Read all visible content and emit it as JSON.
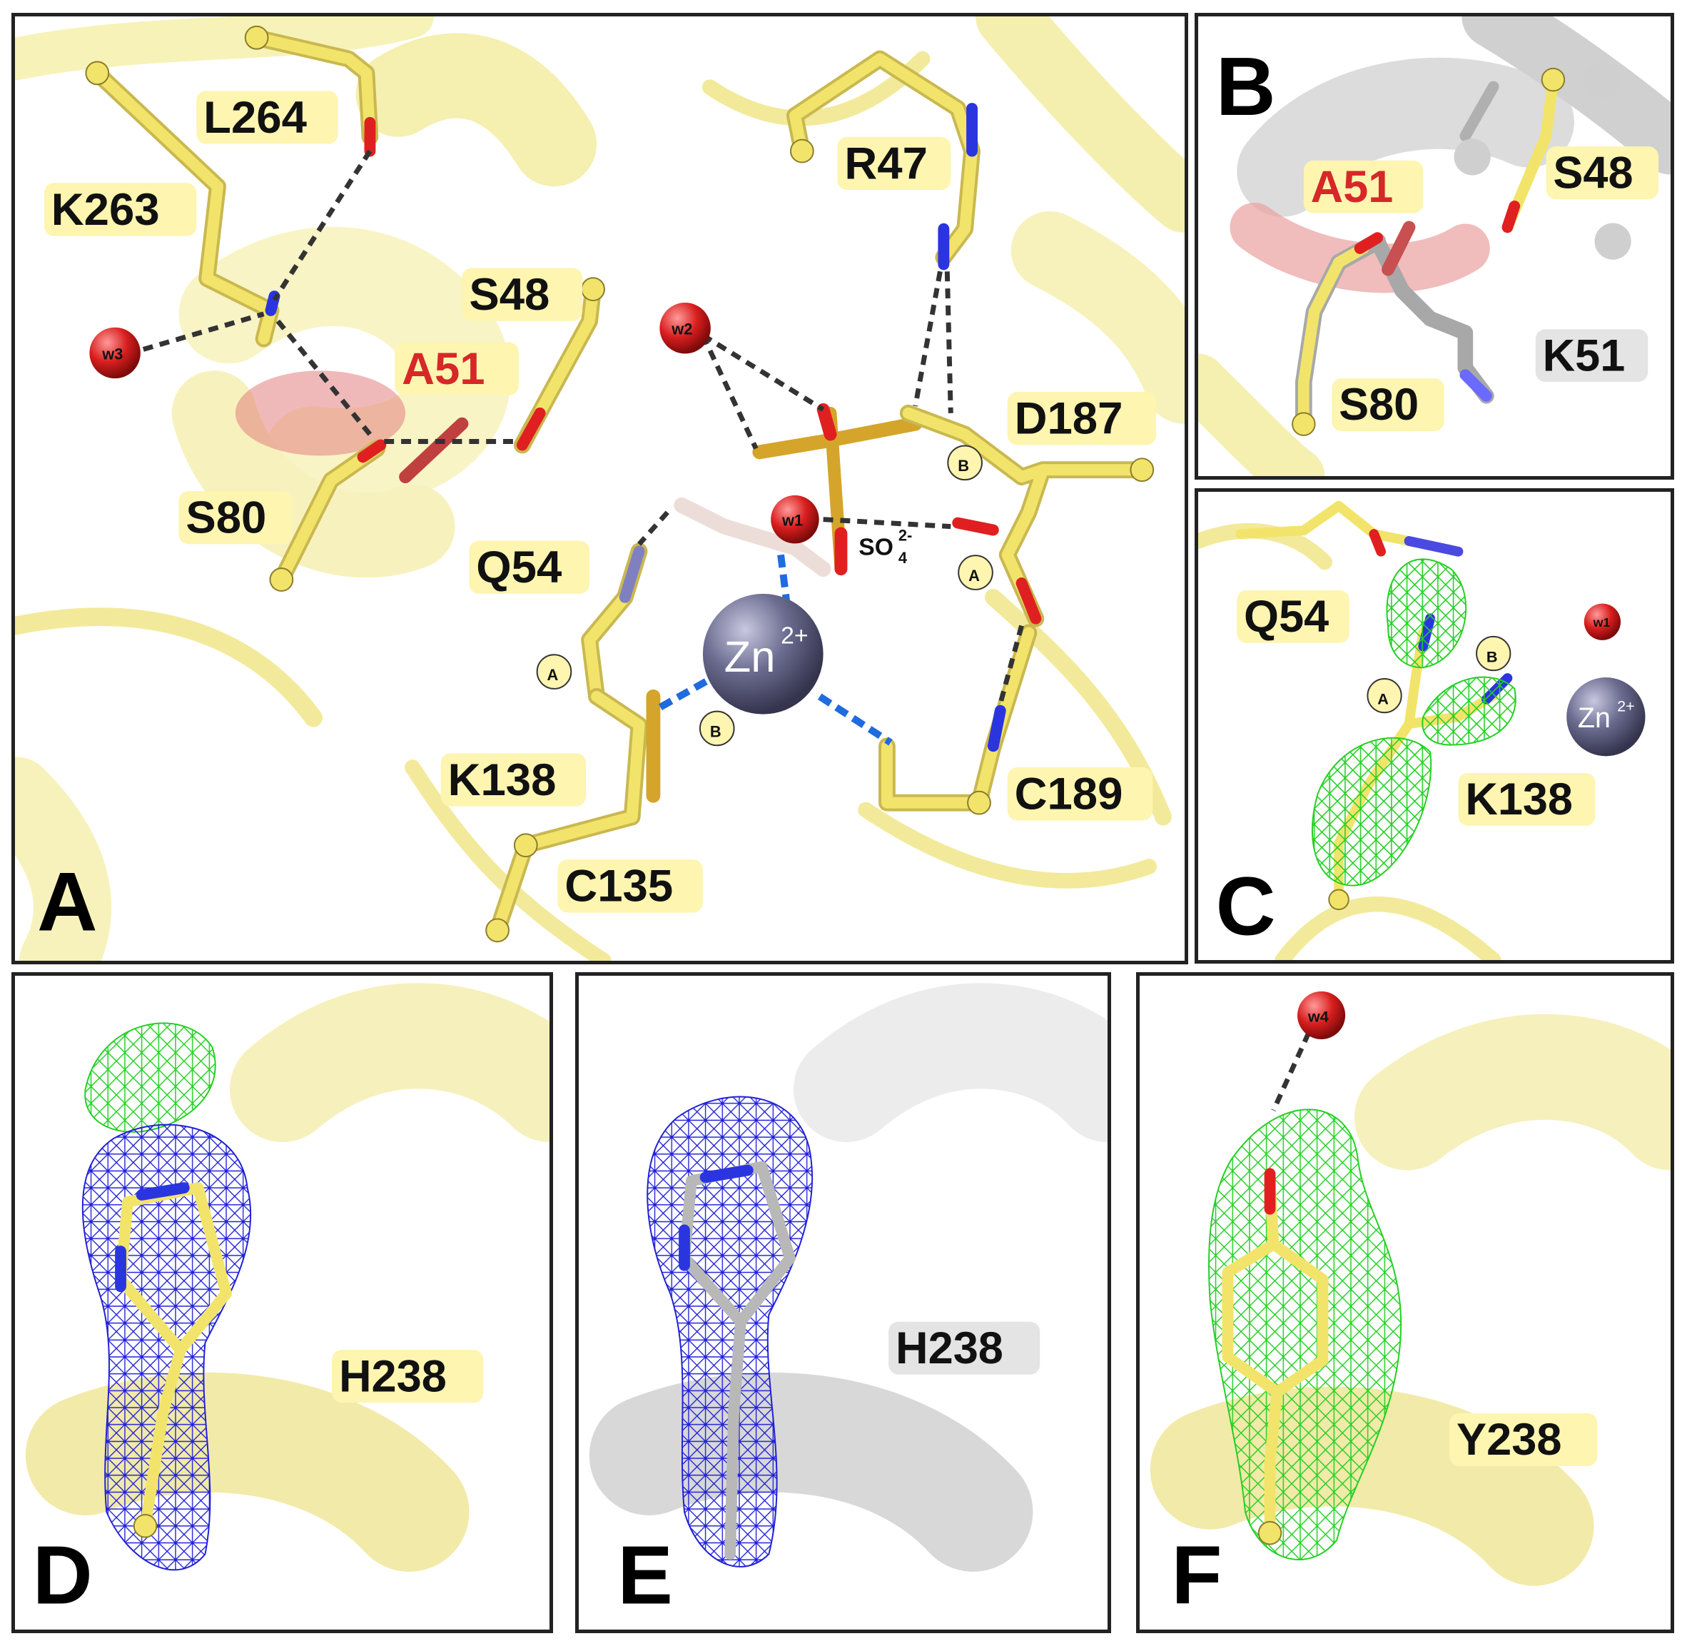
{
  "panels": {
    "A": {
      "letter": "A",
      "residues": [
        "L264",
        "K263",
        "R47",
        "S48",
        "A51",
        "D187",
        "S80",
        "Q54",
        "K138",
        "C189",
        "C135"
      ],
      "waters": [
        "w1",
        "w2",
        "w3"
      ],
      "ion": "Zn",
      "ion_charge": "2+",
      "ligand": "SO",
      "ligand_sub": "4",
      "ligand_charge": "2-",
      "conformers": [
        "A",
        "B",
        "A",
        "B"
      ],
      "highlight_color": "#d62828"
    },
    "B": {
      "letter": "B",
      "residues": [
        "A51",
        "S48",
        "K51",
        "S80"
      ]
    },
    "C": {
      "letter": "C",
      "residues": [
        "Q54",
        "K138"
      ],
      "water": "w1",
      "ion": "Zn",
      "ion_charge": "2+",
      "conformers": [
        "A",
        "B"
      ]
    },
    "D": {
      "letter": "D",
      "residue": "H238"
    },
    "E": {
      "letter": "E",
      "residue": "H238"
    },
    "F": {
      "letter": "F",
      "residue": "Y238",
      "water": "w4"
    }
  },
  "colors": {
    "carbon_yellow": "#f2e46a",
    "carbon_grey": "#b8b8b8",
    "oxygen": "#e02020",
    "nitrogen": "#2a35e0",
    "sulfur": "#d4a52a",
    "zinc": "#6c6c90",
    "mesh_green": "#22d022",
    "mesh_blue": "#2020d8",
    "cartoon_yellow": "#faf6c4",
    "cartoon_grey": "#e6e6e6"
  }
}
